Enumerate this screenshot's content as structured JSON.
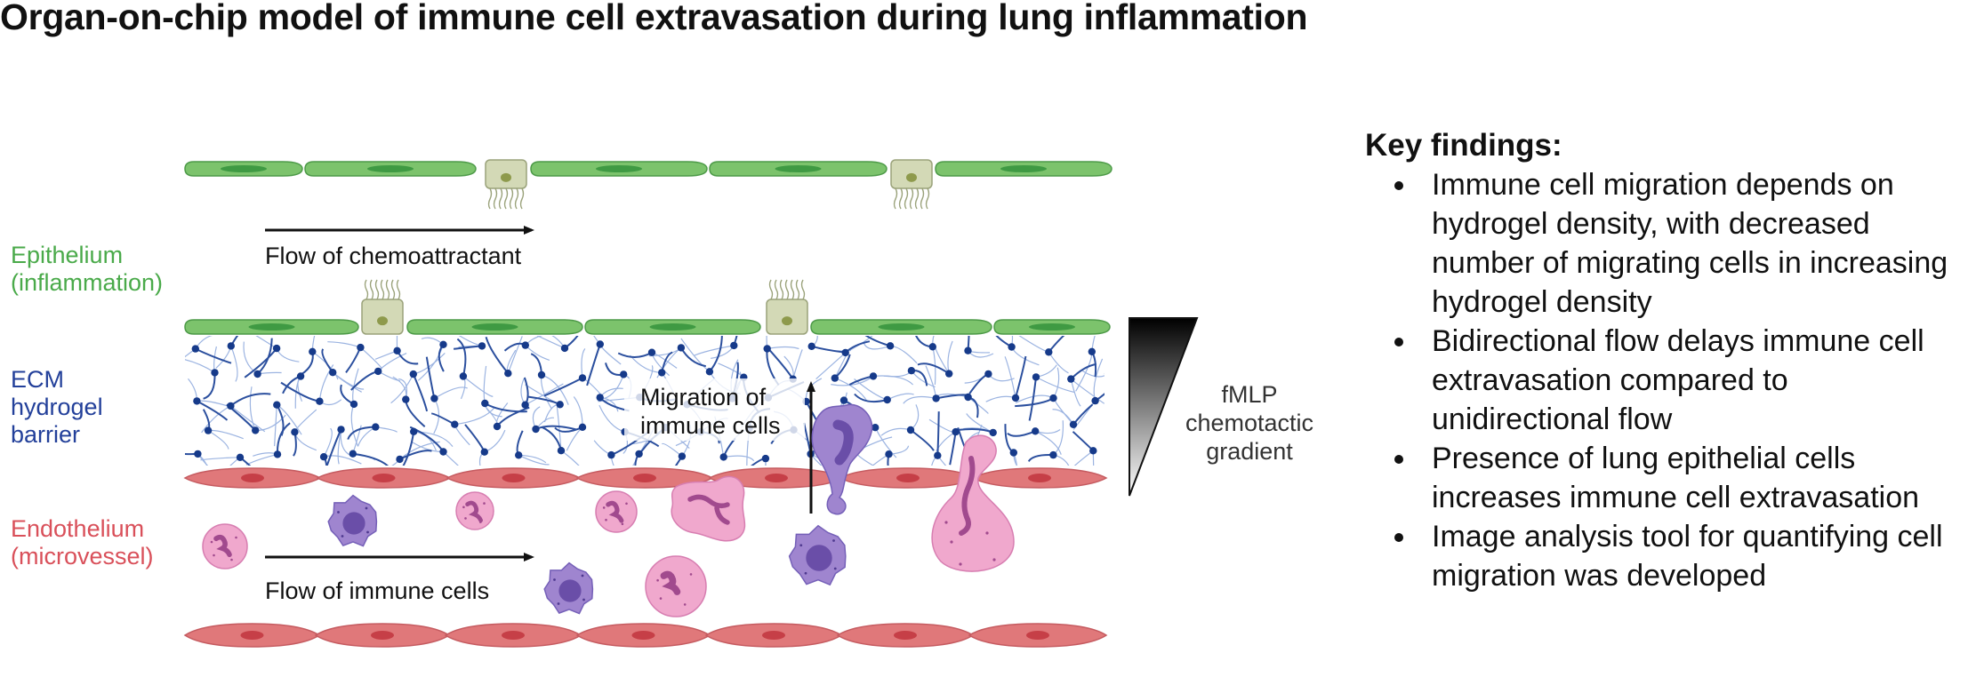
{
  "title": "Organ-on-chip model of immune cell extravasation during lung inflammation",
  "labels": {
    "epithelium": [
      "Epithelium",
      "(inflammation)"
    ],
    "ecm": [
      "ECM",
      "hydrogel",
      "barrier"
    ],
    "endothelium": [
      "Endothelium",
      "(microvessel)"
    ],
    "flow_chemoattractant": "Flow of chemoattractant",
    "flow_immune": "Flow of immune cells",
    "migration": [
      "Migration of",
      "immune cells"
    ],
    "gradient": [
      "fMLP",
      "chemotactic",
      "gradient"
    ]
  },
  "key_findings": {
    "heading": "Key findings:",
    "items": [
      "Immune cell migration depends on hydrogel density, with decreased number of migrating cells in increasing hydrogel density",
      "Bidirectional flow delays immune cell extravasation compared to unidirectional flow",
      "Presence of lung epithelial cells increases immune cell extravasation",
      "Image analysis tool for quantifying cell migration was developed"
    ]
  },
  "colors": {
    "epithelium": "#7cc36c",
    "epithelium_nucleus": "#3f9a43",
    "ciliated_cell": "#d3d9b6",
    "hydrogel": "#2b4f9e",
    "hydrogel_node": "#163a8a",
    "endothelium": "#e0787a",
    "endothelium_nucleus": "#c63f47",
    "neutrophil": "#f0a8cd",
    "monocyte": "#9f85cf"
  }
}
